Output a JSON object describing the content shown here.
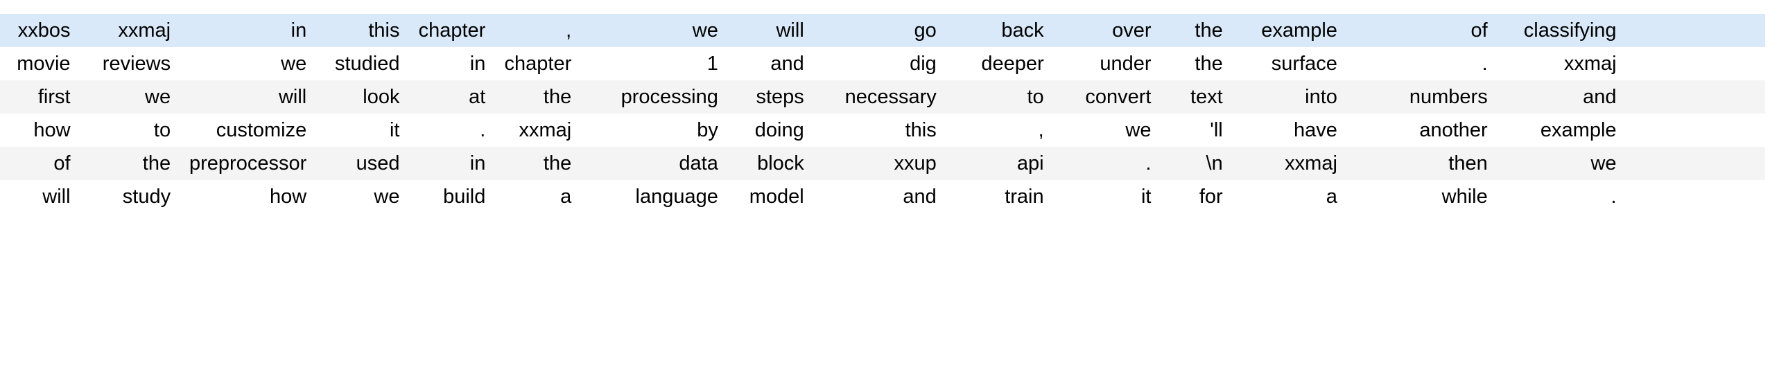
{
  "table": {
    "columns": 16,
    "rows": 6,
    "colors": {
      "highlight_row_bg": "#d9e9f9",
      "stripe_row_bg": "#f4f4f4",
      "plain_row_bg": "#ffffff",
      "text": "#000000",
      "page_bg": "#ffffff"
    },
    "row_styles": [
      "highlight",
      "even",
      "odd",
      "even",
      "odd",
      "even"
    ],
    "cells": [
      [
        "xxbos",
        "xxmaj",
        "in",
        "this",
        "chapter",
        ",",
        "we",
        "will",
        "go",
        "back",
        "over",
        "the",
        "example",
        "of",
        "classifying"
      ],
      [
        "movie",
        "reviews",
        "we",
        "studied",
        "in",
        "chapter",
        "1",
        "and",
        "dig",
        "deeper",
        "under",
        "the",
        "surface",
        ".",
        "xxmaj"
      ],
      [
        "first",
        "we",
        "will",
        "look",
        "at",
        "the",
        "processing",
        "steps",
        "necessary",
        "to",
        "convert",
        "text",
        "into",
        "numbers",
        "and"
      ],
      [
        "how",
        "to",
        "customize",
        "it",
        ".",
        "xxmaj",
        "by",
        "doing",
        "this",
        ",",
        "we",
        "'ll",
        "have",
        "another",
        "example"
      ],
      [
        "of",
        "the",
        "preprocessor",
        "used",
        "in",
        "the",
        "data",
        "block",
        "xxup",
        "api",
        ".",
        "\\n",
        "xxmaj",
        "then",
        "we"
      ],
      [
        "will",
        "study",
        "how",
        "we",
        "build",
        "a",
        "language",
        "model",
        "and",
        "train",
        "it",
        "for",
        "a",
        "while",
        "."
      ]
    ],
    "rows_data": [
      {
        "style": "highlight",
        "cells": [
          "xxbos",
          "xxmaj",
          "in",
          "this",
          "chapter",
          ",",
          "we",
          "will",
          "go",
          "back",
          "over",
          "the",
          "example",
          "of",
          "classifying",
          ""
        ]
      },
      {
        "style": "even",
        "cells": [
          "movie",
          "reviews",
          "we",
          "studied",
          "in",
          "chapter",
          "1",
          "and",
          "dig",
          "deeper",
          "under",
          "the",
          "surface",
          ".",
          "xxmaj",
          ""
        ]
      },
      {
        "style": "odd",
        "cells": [
          "first",
          "we",
          "will",
          "look",
          "at",
          "the",
          "processing",
          "steps",
          "necessary",
          "to",
          "convert",
          "text",
          "into",
          "numbers",
          "and",
          ""
        ]
      },
      {
        "style": "even",
        "cells": [
          "how",
          "to",
          "customize",
          "it",
          ".",
          "xxmaj",
          "by",
          "doing",
          "this",
          ",",
          "we",
          "'ll",
          "have",
          "another",
          "example",
          ""
        ]
      },
      {
        "style": "odd",
        "cells": [
          "of",
          "the",
          "preprocessor",
          "used",
          "in",
          "the",
          "data",
          "block",
          "xxup",
          "api",
          ".",
          "\\n",
          "xxmaj",
          "then",
          "we",
          ""
        ]
      },
      {
        "style": "even",
        "cells": [
          "will",
          "study",
          "how",
          "we",
          "build",
          "a",
          "language",
          "model",
          "and",
          "train",
          "it",
          "for",
          "a",
          "while",
          ".",
          ""
        ]
      }
    ]
  },
  "text_content": {
    "full_sentence": "xxbos xxmaj in this chapter , we will go back over the example of classifying movie reviews we studied in chapter 1 and dig deeper under the surface . xxmaj first we will look at the processing steps necessary to convert text into numbers and how to customize it . xxmaj by doing this , we 'll have another example of the preprocessor used in the data block xxup api . \\n xxmaj then we will study how we build a language model and train it for a while ."
  }
}
